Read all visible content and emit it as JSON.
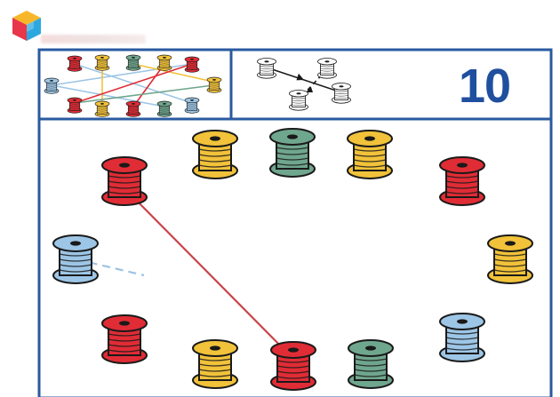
{
  "level": "10",
  "colors": {
    "frame": "#2a5aa0",
    "red": "#e02c35",
    "yellow": "#f1c23a",
    "teal": "#6fa68e",
    "blue": "#9dc6e6",
    "line_red": "#c8444a",
    "line_blue_dashed": "#9dc3e4"
  },
  "main_board": {
    "spools": [
      {
        "id": "top-1",
        "color": "yellow"
      },
      {
        "id": "top-2",
        "color": "teal"
      },
      {
        "id": "top-3",
        "color": "yellow"
      },
      {
        "id": "left-upper",
        "color": "red"
      },
      {
        "id": "right-upper",
        "color": "red"
      },
      {
        "id": "left-middle",
        "color": "blue"
      },
      {
        "id": "right-middle",
        "color": "yellow"
      },
      {
        "id": "left-lower",
        "color": "red"
      },
      {
        "id": "right-lower",
        "color": "blue"
      },
      {
        "id": "bottom-1",
        "color": "yellow"
      },
      {
        "id": "bottom-2",
        "color": "red"
      },
      {
        "id": "bottom-3",
        "color": "teal"
      }
    ],
    "connections": [
      {
        "from": "left-upper",
        "to": "bottom-2",
        "color": "red",
        "style": "solid"
      },
      {
        "from": "left-middle",
        "to": "cursor",
        "color": "blue",
        "style": "dashed"
      }
    ]
  },
  "preview_board": {
    "spools": [
      "red",
      "yellow",
      "teal",
      "yellow",
      "red",
      "blue",
      "yellow",
      "red",
      "yellow",
      "red",
      "teal",
      "blue"
    ]
  },
  "hint_panel": {
    "spools": 4,
    "icon": "connect-example-icon"
  }
}
